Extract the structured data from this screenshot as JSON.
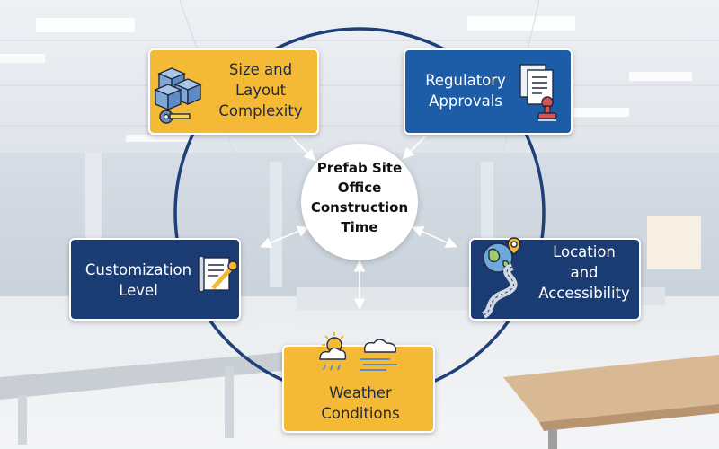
{
  "center": {
    "lines": [
      "Prefab Site",
      "Office",
      "Construction",
      "Time"
    ]
  },
  "factors": [
    {
      "id": "size",
      "lines": [
        "Size and",
        "Layout",
        "Complexity"
      ],
      "icon": "modules-measure-icon"
    },
    {
      "id": "regulatory",
      "lines": [
        "Regulatory",
        "Approvals"
      ],
      "icon": "documents-stamp-icon"
    },
    {
      "id": "customization",
      "lines": [
        "Customization",
        "Level"
      ],
      "icon": "blueprint-wrench-icon"
    },
    {
      "id": "location",
      "lines": [
        "Location",
        "and",
        "Accessibility"
      ],
      "icon": "globe-road-pin-icon"
    },
    {
      "id": "weather",
      "lines": [
        "Weather",
        "Conditions"
      ],
      "icon": "weather-icon"
    }
  ],
  "colors": {
    "yellow_box": "#f4b935",
    "blue_box": "#1d5ca6",
    "navy_box": "#1a3c72",
    "ring": "#1e3f78",
    "center_fill": "#ffffff"
  }
}
